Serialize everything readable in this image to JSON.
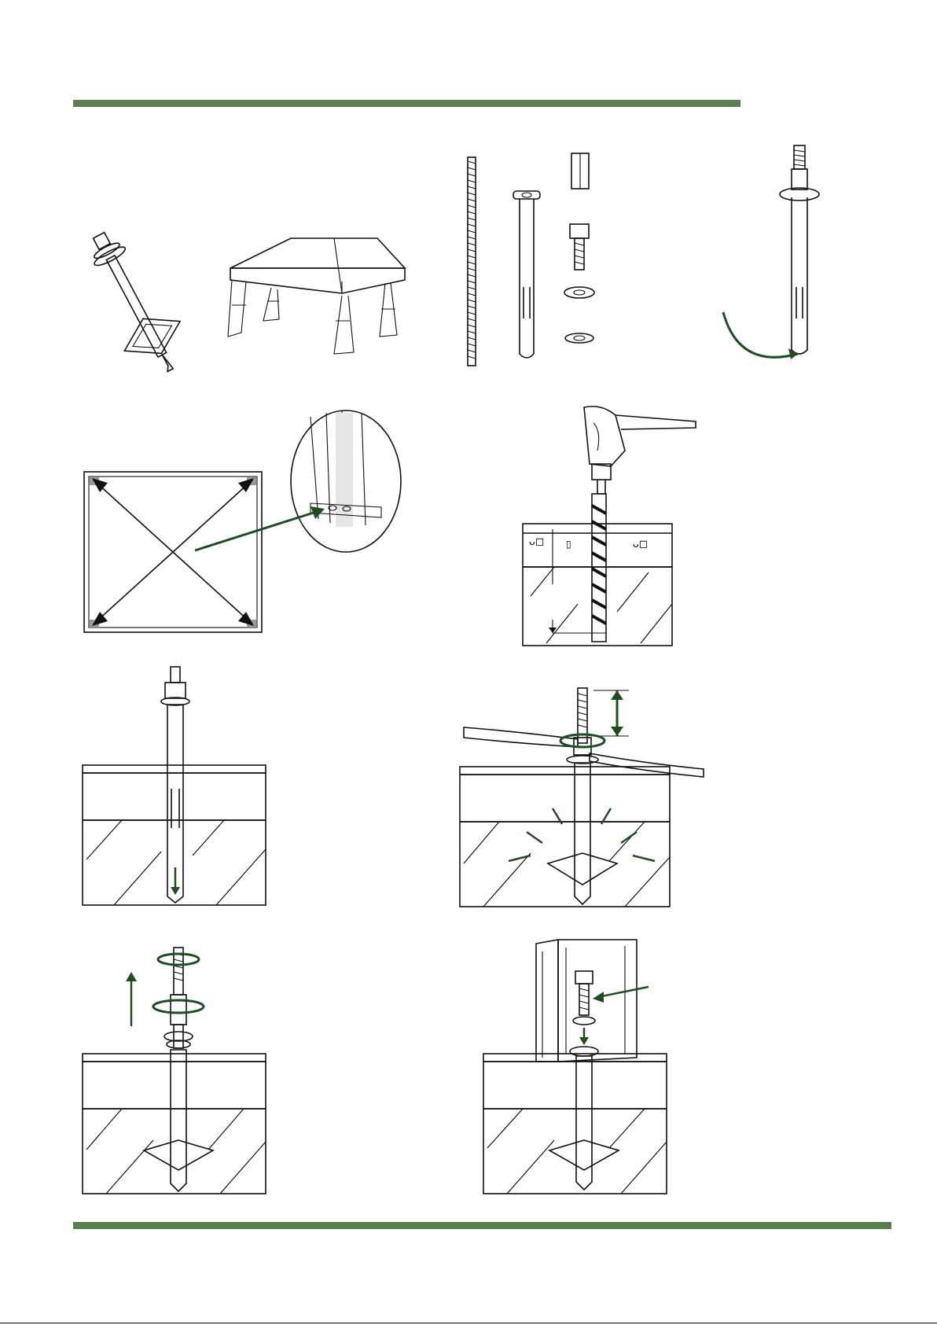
{
  "colors": {
    "accent_green": "#5a7f4e",
    "arrow_green": "#1f4d1f",
    "canopy_gray": "#8c8c8c",
    "metal_light": "#ececec",
    "metal_shadow": "#c8c8c8"
  },
  "figures": [
    {
      "id": "figure-anchor-assembled",
      "icon": "ground-anchor-icon"
    },
    {
      "id": "figure-gazebo",
      "icon": "gazebo-icon"
    },
    {
      "id": "figure-hardware-parts",
      "icon": "hardware-kit-icon"
    },
    {
      "id": "figure-anchor-sleeve",
      "icon": "anchor-sleeve-icon"
    },
    {
      "id": "figure-frame-diagonals",
      "icon": "frame-square-icon"
    },
    {
      "id": "figure-leg-detail",
      "icon": "magnifier-detail-icon"
    },
    {
      "id": "figure-drilling",
      "icon": "power-drill-icon"
    },
    {
      "id": "figure-insert-anchor",
      "icon": "insert-anchor-icon"
    },
    {
      "id": "figure-expand-anchor",
      "icon": "wrench-icon"
    },
    {
      "id": "figure-remove-nut",
      "icon": "unscrew-icon"
    },
    {
      "id": "figure-bolt-leg",
      "icon": "bolt-icon"
    }
  ]
}
